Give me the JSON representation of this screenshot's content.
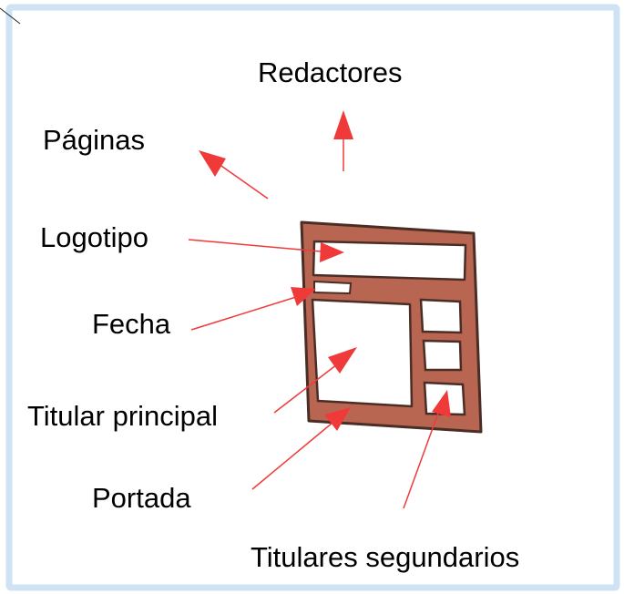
{
  "colors": {
    "frame_border": "#cfe3f4",
    "arrow": "#f03a3a",
    "page_fill": "#b86552",
    "outline": "#4a2e26",
    "text": "#000000"
  },
  "labels": {
    "redactores": "Redactores",
    "paginas": "Páginas",
    "logotipo": "Logotipo",
    "fecha": "Fecha",
    "titular_principal": "Titular principal",
    "portada": "Portada",
    "titulares_segundarios": "Titulares segundarios"
  }
}
